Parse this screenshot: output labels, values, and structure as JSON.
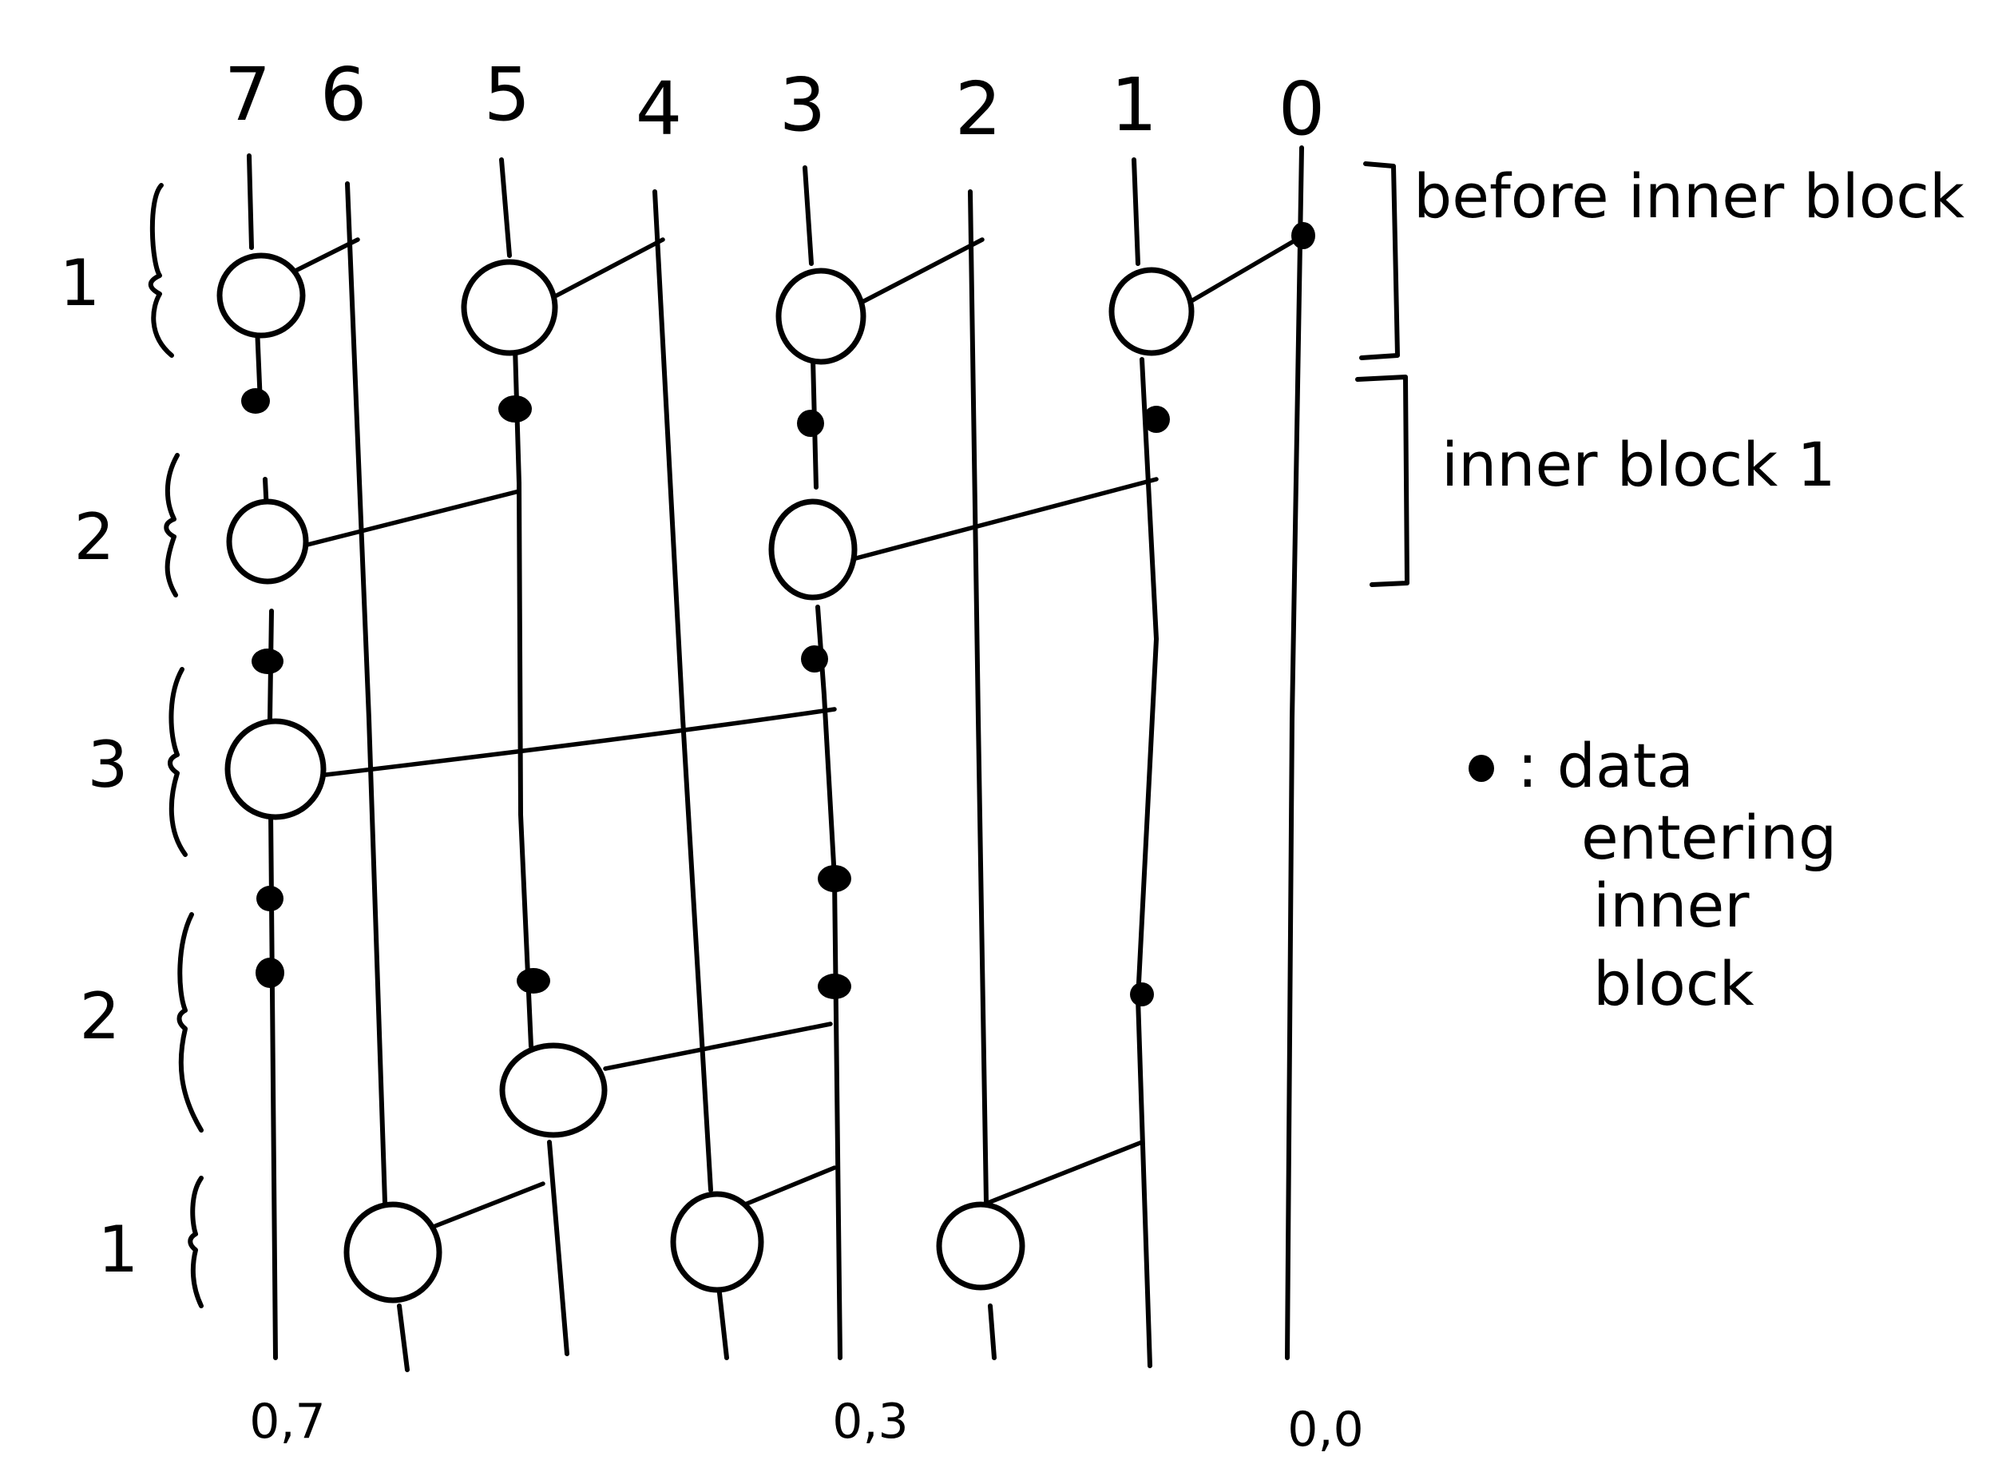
{
  "columns": [
    "7",
    "6",
    "5",
    "4",
    "3",
    "2",
    "1",
    "0"
  ],
  "levels": [
    "1",
    "2",
    "3",
    "2",
    "1"
  ],
  "annotations": {
    "before": "before inner block",
    "inner": "inner block 1"
  },
  "legend": {
    "marker": "•",
    "lines": [
      ": data",
      "entering",
      "inner",
      "block"
    ]
  },
  "outputs": [
    "0,7",
    "0,3",
    "0,0"
  ],
  "colors": {
    "ink": "#000000",
    "background": "#ffffff"
  }
}
